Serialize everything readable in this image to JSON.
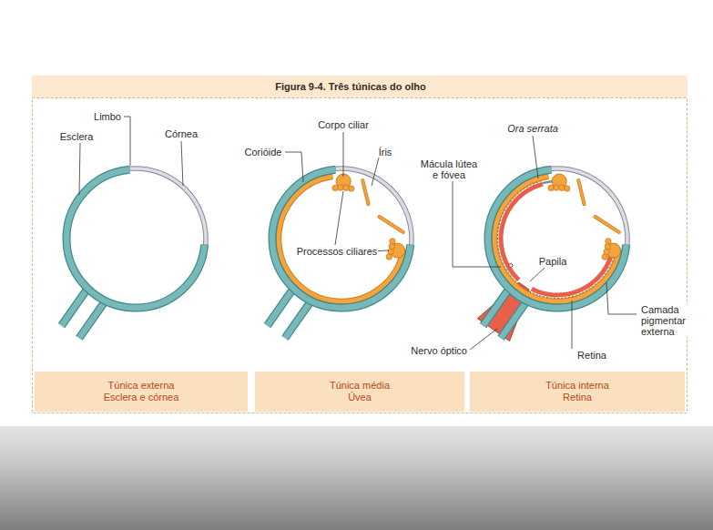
{
  "diagram": {
    "title": "Figura 9-4. Três túnicas do olho",
    "nodes": [
      {
        "text": [
          "Túnica externa",
          "Esclera e córnea"
        ]
      },
      {
        "text": [
          "Túnica média",
          "Úvea"
        ]
      },
      {
        "text": [
          "Túnica interna",
          "Retina"
        ]
      }
    ],
    "labels": [
      "Esclera",
      "Limbo",
      "Córnea",
      "Corióide",
      "Corpo ciliar",
      "Íris",
      "Processos ciliares",
      "Ora serrata",
      "Mácula lútea e fóvea",
      "Papila",
      "Camada pigmentar externa",
      "Nervo óptico",
      "Retina"
    ]
  }
}
